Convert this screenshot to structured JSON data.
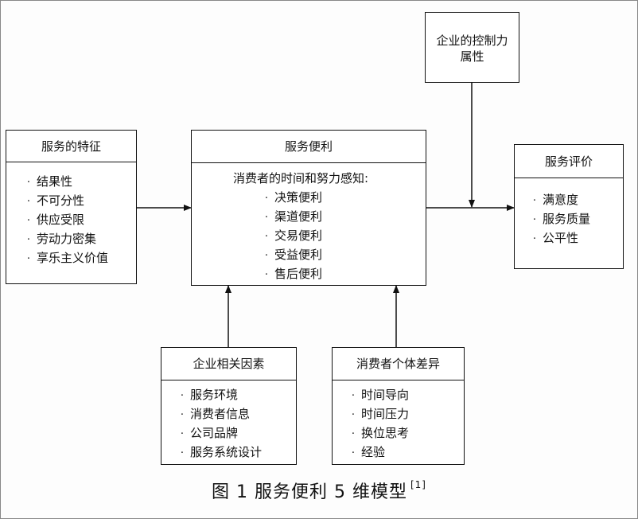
{
  "service_features": {
    "title": "服务的特征",
    "items": [
      "结果性",
      "不可分性",
      "供应受限",
      "劳动力密集",
      "享乐主义价值"
    ]
  },
  "service_convenience": {
    "title": "服务便利",
    "subtitle": "消费者的时间和努力感知:",
    "items": [
      "决策便利",
      "渠道便利",
      "交易便利",
      "受益便利",
      "售后便利"
    ]
  },
  "enterprise_control": {
    "line1": "企业的控制力",
    "line2": "属性"
  },
  "service_evaluation": {
    "title": "服务评价",
    "items": [
      "满意度",
      "服务质量",
      "公平性"
    ]
  },
  "enterprise_factors": {
    "title": "企业相关因素",
    "items": [
      "服务环境",
      "消费者信息",
      "公司品牌",
      "服务系统设计"
    ]
  },
  "consumer_differences": {
    "title": "消费者个体差异",
    "items": [
      "时间导向",
      "时间压力",
      "换位思考",
      "经验"
    ]
  },
  "bullet": "·",
  "caption": {
    "text": "图 1  服务便利 5 维模型",
    "ref": "[1]"
  }
}
